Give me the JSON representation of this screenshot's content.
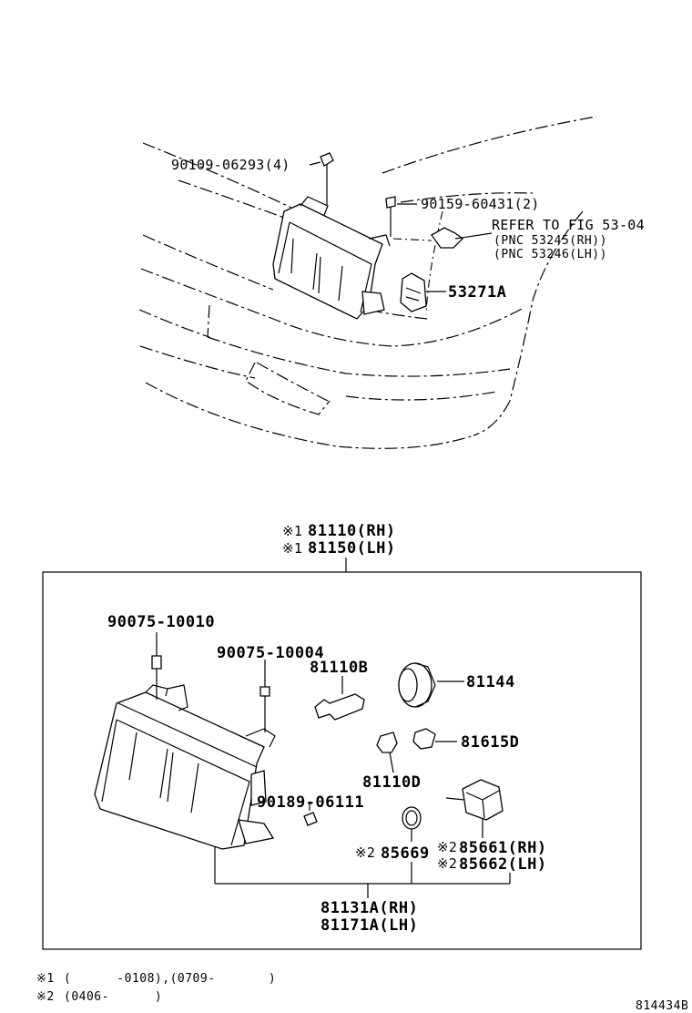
{
  "top_assembly": {
    "bolt_label": "90109-06293(4)",
    "screw_label": "90159-60431(2)",
    "refer_label": "REFER TO FIG 53-04",
    "pnc_rh": "(PNC 53245(RH))",
    "pnc_lh": "(PNC 53246(LH))",
    "bracket_label": "53271A"
  },
  "unit": {
    "mark1_a": "※1",
    "mark1_b": "※1",
    "part_rh": "81110(RH)",
    "part_lh": "81150(LH)"
  },
  "parts": {
    "p90075_10010": "90075-10010",
    "p90075_10004": "90075-10004",
    "p81110B": "81110B",
    "p81144": "81144",
    "p81615D": "81615D",
    "p81110D": "81110D",
    "p90189": "90189-06111",
    "mark2_a": "※2",
    "p85669": "85669",
    "mark2_b": "※2",
    "p85661": "85661(RH)",
    "mark2_c": "※2",
    "p85662": "85662(LH)",
    "p81131A": "81131A(RH)",
    "p81171A": "81171A(LH)"
  },
  "notes": {
    "note1_mark": "※1",
    "note1_text": "(      -0108),(0709-       )",
    "note2_mark": "※2",
    "note2_text": "(0406-      )"
  },
  "figure_code": "814434B"
}
